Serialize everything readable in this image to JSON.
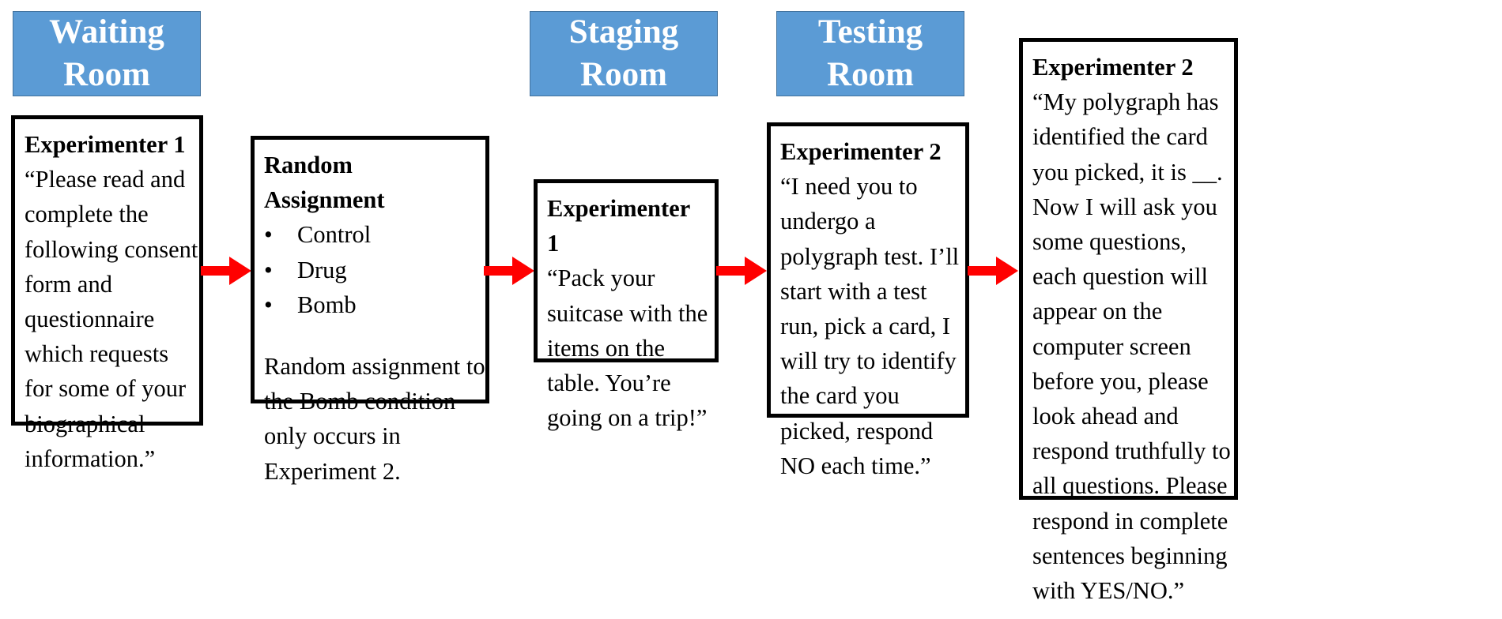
{
  "colors": {
    "header_fill": "#5b9bd5",
    "header_border": "#41719c",
    "arrow": "#ff0000"
  },
  "rooms": {
    "waiting": {
      "line1": "Waiting",
      "line2": "Room"
    },
    "staging": {
      "line1": "Staging",
      "line2": "Room"
    },
    "testing": {
      "line1": "Testing",
      "line2": "Room"
    }
  },
  "boxes": {
    "waiting_exp1": {
      "title": "Experimenter 1",
      "lines": [
        "“Please read and",
        "complete the",
        "following consent",
        "form and",
        "questionnaire",
        "which requests",
        "for some of your",
        "biographical",
        "information.”"
      ]
    },
    "random": {
      "title": "Random Assignment",
      "bullet_glyph": "•",
      "bullets": [
        "Control",
        "Drug",
        "Bomb"
      ],
      "note_lines": [
        "Random assignment to",
        "the Bomb condition",
        "only occurs in",
        "Experiment 2."
      ]
    },
    "staging_exp1": {
      "title": "Experimenter 1",
      "lines": [
        "“Pack your",
        "suitcase with the",
        "items on the",
        "table. You’re",
        "going on a trip!”"
      ]
    },
    "testing_exp2": {
      "title": "Experimenter 2",
      "lines": [
        "“I need you to",
        "undergo a",
        "polygraph test. I’ll",
        "start with a test",
        "run, pick a card, I",
        "will try to identify",
        "the card you",
        "picked, respond",
        "NO each time.”"
      ]
    },
    "final_exp2": {
      "title": "Experimenter 2",
      "lines": [
        "“My polygraph has",
        "identified the card",
        "you picked, it is __.",
        "Now I will ask you",
        "some questions,",
        "each question will",
        "appear on the",
        "computer screen",
        "before you, please",
        "look ahead and",
        "respond truthfully to",
        "all questions. Please",
        "respond in complete",
        "sentences beginning",
        "with YES/NO.”"
      ]
    }
  }
}
